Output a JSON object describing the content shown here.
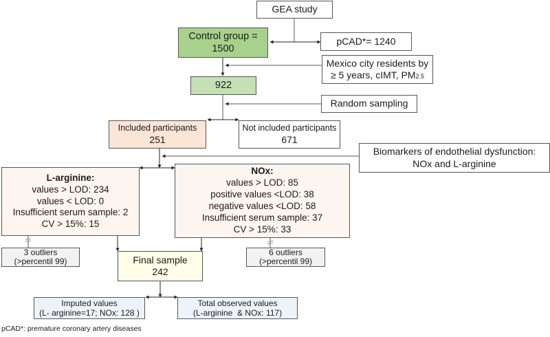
{
  "diagram": {
    "gea_study": {
      "label": "GEA study"
    },
    "control_group": {
      "line1": "Control group =",
      "line2": "1500",
      "fill": "#a9d18e"
    },
    "pcad": {
      "label": "pCAD*= 1240"
    },
    "criteria": {
      "line1": "Mexico city residents by",
      "line2": "≥ 5 years, cIMT, PM",
      "line2_sub": "2.5"
    },
    "n922": {
      "label": "922",
      "fill": "#c5e0b4"
    },
    "random_sampling": {
      "label": "Random sampling"
    },
    "included": {
      "line1": "Included participants",
      "line2": "251",
      "fill": "#fbe5d6"
    },
    "not_included": {
      "line1": "Not included participants",
      "line2": "671"
    },
    "biomarkers": {
      "line1": "Biomarkers of endothelial dysfunction:",
      "line2": "NOx and L-arginine"
    },
    "l_arginine": {
      "title": "L-arginine:",
      "lines": [
        "values > LOD: 234",
        "values < LOD: 0",
        "Insufficient serum sample: 2",
        "CV > 15%: 15"
      ],
      "fill": "#fdf5f0"
    },
    "nox": {
      "title": "NOx:",
      "lines": [
        "values > LOD: 85",
        "positive values <LOD: 38",
        "negative values <LOD: 58",
        "Insufficient serum sample: 37",
        "CV > 15%: 33"
      ],
      "fill": "#fdf5f0"
    },
    "outliers_left": {
      "line1": "3 outliers",
      "line2": "(>percentil 99)",
      "fill": "#f2f2f2"
    },
    "outliers_right": {
      "line1": "6 outliers",
      "line2": "(>percentil 99)",
      "fill": "#f2f2f2"
    },
    "final_sample": {
      "line1": "Final sample",
      "line2": "242",
      "fill": "#fdfde8"
    },
    "imputed": {
      "line1": "Imputed values",
      "line2": "(L- arginine=17; NOx: 128 )",
      "fill": "#eef3f9"
    },
    "observed": {
      "line1": "Total observed values",
      "line2": "(L-arginine  & NOx: 117)",
      "fill": "#eef3f9"
    }
  },
  "footnote": "pCAD*: premature coronary artery diseases"
}
